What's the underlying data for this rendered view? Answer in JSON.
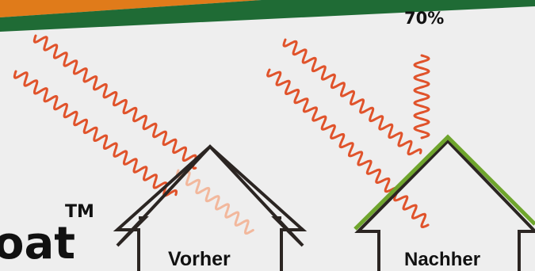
{
  "brand": {
    "text": "oat",
    "trademark": "TM"
  },
  "percentage": "70%",
  "before": {
    "label": "Vorher"
  },
  "after": {
    "label": "Nachher"
  },
  "colors": {
    "background": "#eeeeee",
    "banner_orange": "#e07b1a",
    "banner_green": "#1f6b35",
    "wave_red": "#e0532b",
    "wave_faded": "#f2b89d",
    "roof_dark": "#2b2522",
    "roof_coating_green": "#6fa52d"
  }
}
